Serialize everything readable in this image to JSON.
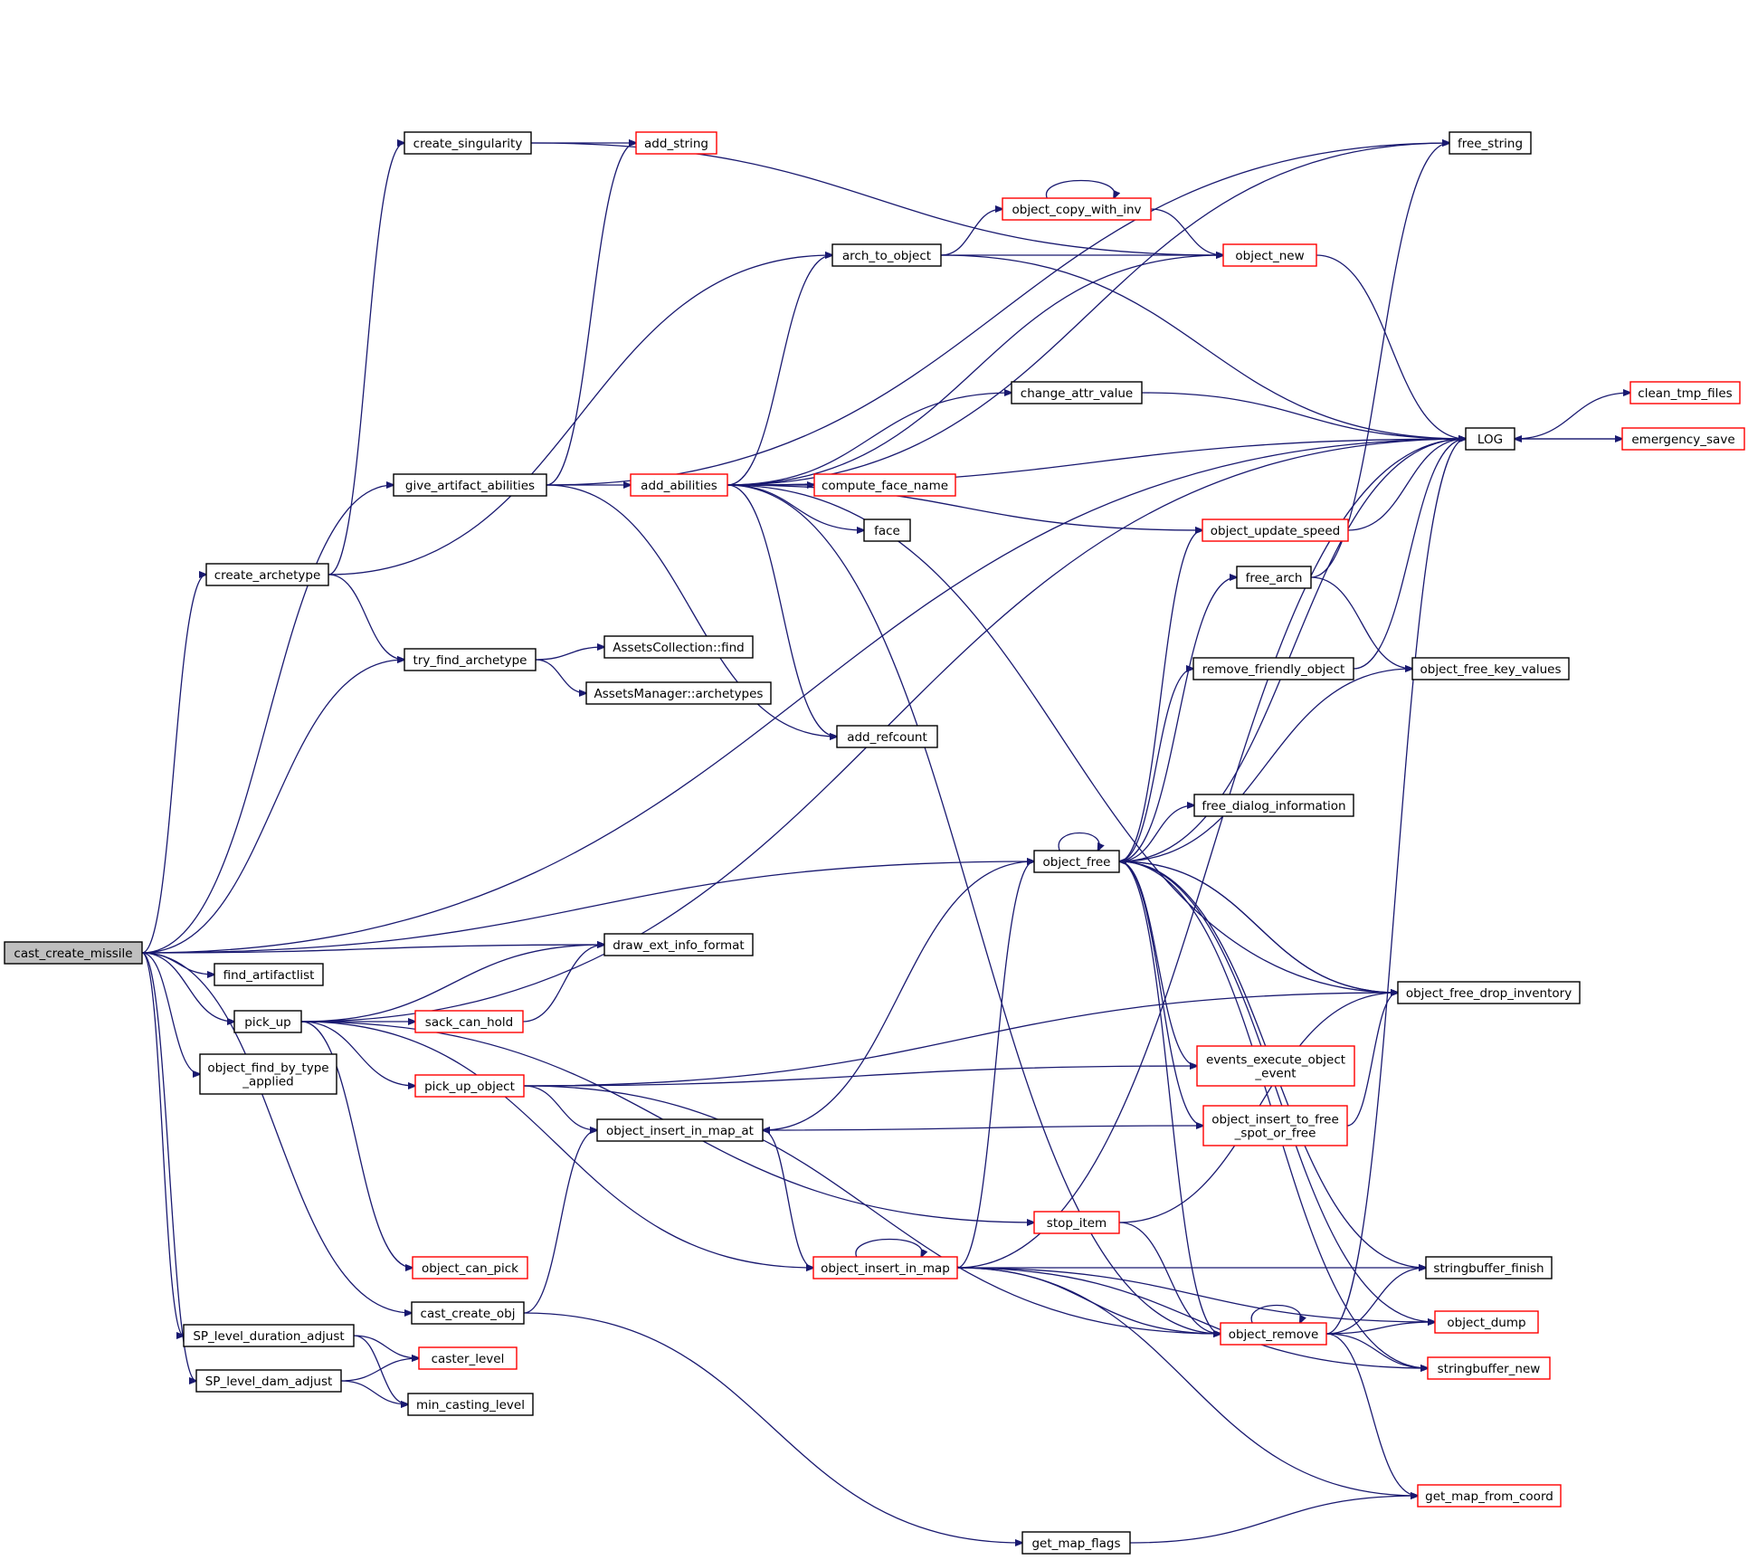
{
  "nodes": [
    {
      "id": "cast_create_missile",
      "lines": [
        "cast_create_missile"
      ],
      "style": "root"
    },
    {
      "id": "create_singularity",
      "lines": [
        "create_singularity"
      ],
      "style": "normal"
    },
    {
      "id": "add_string",
      "lines": [
        "add_string"
      ],
      "style": "red"
    },
    {
      "id": "free_string",
      "lines": [
        "free_string"
      ],
      "style": "normal"
    },
    {
      "id": "object_copy_with_inv",
      "lines": [
        "object_copy_with_inv"
      ],
      "style": "red"
    },
    {
      "id": "arch_to_object",
      "lines": [
        "arch_to_object"
      ],
      "style": "normal"
    },
    {
      "id": "object_new",
      "lines": [
        "object_new"
      ],
      "style": "red"
    },
    {
      "id": "change_attr_value",
      "lines": [
        "change_attr_value"
      ],
      "style": "normal"
    },
    {
      "id": "clean_tmp_files",
      "lines": [
        "clean_tmp_files"
      ],
      "style": "red"
    },
    {
      "id": "LOG",
      "lines": [
        "LOG"
      ],
      "style": "normal"
    },
    {
      "id": "emergency_save",
      "lines": [
        "emergency_save"
      ],
      "style": "red"
    },
    {
      "id": "give_artifact_abilities",
      "lines": [
        "give_artifact_abilities"
      ],
      "style": "normal"
    },
    {
      "id": "add_abilities",
      "lines": [
        "add_abilities"
      ],
      "style": "red"
    },
    {
      "id": "compute_face_name",
      "lines": [
        "compute_face_name"
      ],
      "style": "red"
    },
    {
      "id": "face",
      "lines": [
        "face"
      ],
      "style": "normal"
    },
    {
      "id": "object_update_speed",
      "lines": [
        "object_update_speed"
      ],
      "style": "red"
    },
    {
      "id": "create_archetype",
      "lines": [
        "create_archetype"
      ],
      "style": "normal"
    },
    {
      "id": "free_arch",
      "lines": [
        "free_arch"
      ],
      "style": "normal"
    },
    {
      "id": "try_find_archetype",
      "lines": [
        "try_find_archetype"
      ],
      "style": "normal"
    },
    {
      "id": "AssetsCollection_find",
      "lines": [
        "AssetsCollection::find"
      ],
      "style": "normal"
    },
    {
      "id": "AssetsManager_archetypes",
      "lines": [
        "AssetsManager::archetypes"
      ],
      "style": "normal"
    },
    {
      "id": "remove_friendly_object",
      "lines": [
        "remove_friendly_object"
      ],
      "style": "normal"
    },
    {
      "id": "object_free_key_values",
      "lines": [
        "object_free_key_values"
      ],
      "style": "normal"
    },
    {
      "id": "add_refcount",
      "lines": [
        "add_refcount"
      ],
      "style": "normal"
    },
    {
      "id": "free_dialog_information",
      "lines": [
        "free_dialog_information"
      ],
      "style": "normal"
    },
    {
      "id": "object_free",
      "lines": [
        "object_free"
      ],
      "style": "normal"
    },
    {
      "id": "draw_ext_info_format",
      "lines": [
        "draw_ext_info_format"
      ],
      "style": "normal"
    },
    {
      "id": "find_artifactlist",
      "lines": [
        "find_artifactlist"
      ],
      "style": "normal"
    },
    {
      "id": "object_free_drop_inventory",
      "lines": [
        "object_free_drop_inventory"
      ],
      "style": "normal"
    },
    {
      "id": "pick_up",
      "lines": [
        "pick_up"
      ],
      "style": "normal"
    },
    {
      "id": "sack_can_hold",
      "lines": [
        "sack_can_hold"
      ],
      "style": "red"
    },
    {
      "id": "object_find_by_type_applied",
      "lines": [
        "object_find_by_type",
        "_applied"
      ],
      "style": "normal"
    },
    {
      "id": "events_execute_object_event",
      "lines": [
        "events_execute_object",
        "_event"
      ],
      "style": "red"
    },
    {
      "id": "pick_up_object",
      "lines": [
        "pick_up_object"
      ],
      "style": "red"
    },
    {
      "id": "object_insert_to_free_spot_or_free",
      "lines": [
        "object_insert_to_free",
        "_spot_or_free"
      ],
      "style": "red"
    },
    {
      "id": "object_insert_in_map_at",
      "lines": [
        "object_insert_in_map_at"
      ],
      "style": "normal"
    },
    {
      "id": "stop_item",
      "lines": [
        "stop_item"
      ],
      "style": "red"
    },
    {
      "id": "object_can_pick",
      "lines": [
        "object_can_pick"
      ],
      "style": "red"
    },
    {
      "id": "object_insert_in_map",
      "lines": [
        "object_insert_in_map"
      ],
      "style": "red"
    },
    {
      "id": "stringbuffer_finish",
      "lines": [
        "stringbuffer_finish"
      ],
      "style": "normal"
    },
    {
      "id": "cast_create_obj",
      "lines": [
        "cast_create_obj"
      ],
      "style": "normal"
    },
    {
      "id": "SP_level_duration_adjust",
      "lines": [
        "SP_level_duration_adjust"
      ],
      "style": "normal"
    },
    {
      "id": "object_remove",
      "lines": [
        "object_remove"
      ],
      "style": "red"
    },
    {
      "id": "object_dump",
      "lines": [
        "object_dump"
      ],
      "style": "red"
    },
    {
      "id": "caster_level",
      "lines": [
        "caster_level"
      ],
      "style": "red"
    },
    {
      "id": "stringbuffer_new",
      "lines": [
        "stringbuffer_new"
      ],
      "style": "red"
    },
    {
      "id": "SP_level_dam_adjust",
      "lines": [
        "SP_level_dam_adjust"
      ],
      "style": "normal"
    },
    {
      "id": "min_casting_level",
      "lines": [
        "min_casting_level"
      ],
      "style": "normal"
    },
    {
      "id": "get_map_from_coord",
      "lines": [
        "get_map_from_coord"
      ],
      "style": "red"
    },
    {
      "id": "get_map_flags",
      "lines": [
        "get_map_flags"
      ],
      "style": "normal"
    }
  ],
  "edges": [
    [
      "cast_create_missile",
      "LOG"
    ],
    [
      "cast_create_missile",
      "create_archetype"
    ],
    [
      "cast_create_missile",
      "give_artifact_abilities"
    ],
    [
      "cast_create_missile",
      "try_find_archetype"
    ],
    [
      "cast_create_missile",
      "object_free"
    ],
    [
      "cast_create_missile",
      "draw_ext_info_format"
    ],
    [
      "cast_create_missile",
      "find_artifactlist"
    ],
    [
      "cast_create_missile",
      "pick_up"
    ],
    [
      "cast_create_missile",
      "object_find_by_type_applied"
    ],
    [
      "cast_create_missile",
      "cast_create_obj"
    ],
    [
      "cast_create_missile",
      "SP_level_duration_adjust"
    ],
    [
      "cast_create_missile",
      "SP_level_dam_adjust"
    ],
    [
      "create_archetype",
      "create_singularity"
    ],
    [
      "create_archetype",
      "arch_to_object"
    ],
    [
      "create_archetype",
      "try_find_archetype"
    ],
    [
      "create_singularity",
      "add_string"
    ],
    [
      "create_singularity",
      "object_new"
    ],
    [
      "give_artifact_abilities",
      "add_string"
    ],
    [
      "give_artifact_abilities",
      "free_string"
    ],
    [
      "give_artifact_abilities",
      "add_abilities"
    ],
    [
      "give_artifact_abilities",
      "add_refcount"
    ],
    [
      "add_abilities",
      "free_string"
    ],
    [
      "add_abilities",
      "arch_to_object"
    ],
    [
      "add_abilities",
      "object_new"
    ],
    [
      "add_abilities",
      "change_attr_value"
    ],
    [
      "add_abilities",
      "LOG"
    ],
    [
      "add_abilities",
      "compute_face_name"
    ],
    [
      "add_abilities",
      "face"
    ],
    [
      "add_abilities",
      "object_update_speed"
    ],
    [
      "add_abilities",
      "add_refcount"
    ],
    [
      "add_abilities",
      "object_free_drop_inventory"
    ],
    [
      "add_abilities",
      "object_remove"
    ],
    [
      "arch_to_object",
      "object_copy_with_inv"
    ],
    [
      "arch_to_object",
      "object_new"
    ],
    [
      "arch_to_object",
      "LOG"
    ],
    [
      "object_copy_with_inv",
      "object_copy_with_inv"
    ],
    [
      "object_copy_with_inv",
      "object_new"
    ],
    [
      "object_new",
      "LOG"
    ],
    [
      "change_attr_value",
      "LOG"
    ],
    [
      "LOG",
      "clean_tmp_files"
    ],
    [
      "LOG",
      "emergency_save"
    ],
    [
      "emergency_save",
      "LOG"
    ],
    [
      "object_update_speed",
      "LOG"
    ],
    [
      "free_arch",
      "free_string"
    ],
    [
      "free_arch",
      "object_free_key_values"
    ],
    [
      "remove_friendly_object",
      "LOG"
    ],
    [
      "try_find_archetype",
      "AssetsCollection_find"
    ],
    [
      "try_find_archetype",
      "AssetsManager_archetypes"
    ],
    [
      "object_free",
      "object_free"
    ],
    [
      "object_free",
      "object_update_speed"
    ],
    [
      "object_free",
      "free_arch"
    ],
    [
      "object_free",
      "remove_friendly_object"
    ],
    [
      "object_free",
      "LOG"
    ],
    [
      "object_free",
      "object_free_key_values"
    ],
    [
      "object_free",
      "free_dialog_information"
    ],
    [
      "object_free",
      "object_free_drop_inventory"
    ],
    [
      "object_free",
      "events_execute_object_event"
    ],
    [
      "object_free",
      "object_insert_to_free_spot_or_free"
    ],
    [
      "object_free",
      "object_remove"
    ],
    [
      "object_free",
      "object_dump"
    ],
    [
      "object_free",
      "stringbuffer_new"
    ],
    [
      "object_free",
      "stringbuffer_finish"
    ],
    [
      "object_free",
      "object_insert_in_map_at"
    ],
    [
      "object_free_drop_inventory",
      "object_free"
    ],
    [
      "object_insert_to_free_spot_or_free",
      "object_insert_in_map_at"
    ],
    [
      "object_insert_to_free_spot_or_free",
      "object_free_drop_inventory"
    ],
    [
      "pick_up",
      "LOG"
    ],
    [
      "pick_up",
      "draw_ext_info_format"
    ],
    [
      "pick_up",
      "sack_can_hold"
    ],
    [
      "pick_up",
      "pick_up_object"
    ],
    [
      "pick_up",
      "stop_item"
    ],
    [
      "pick_up",
      "object_can_pick"
    ],
    [
      "pick_up",
      "object_insert_in_map"
    ],
    [
      "sack_can_hold",
      "draw_ext_info_format"
    ],
    [
      "pick_up_object",
      "events_execute_object_event"
    ],
    [
      "pick_up_object",
      "object_insert_in_map_at"
    ],
    [
      "pick_up_object",
      "object_free_drop_inventory"
    ],
    [
      "pick_up_object",
      "object_remove"
    ],
    [
      "stop_item",
      "object_free_drop_inventory"
    ],
    [
      "stop_item",
      "object_remove"
    ],
    [
      "object_insert_in_map_at",
      "object_insert_in_map"
    ],
    [
      "object_insert_in_map",
      "object_insert_in_map"
    ],
    [
      "object_insert_in_map",
      "LOG"
    ],
    [
      "object_insert_in_map",
      "object_free"
    ],
    [
      "object_insert_in_map",
      "stringbuffer_finish"
    ],
    [
      "object_insert_in_map",
      "object_remove"
    ],
    [
      "object_insert_in_map",
      "object_dump"
    ],
    [
      "object_insert_in_map",
      "stringbuffer_new"
    ],
    [
      "object_insert_in_map",
      "get_map_from_coord"
    ],
    [
      "cast_create_obj",
      "object_insert_in_map_at"
    ],
    [
      "cast_create_obj",
      "get_map_flags"
    ],
    [
      "object_remove",
      "object_remove"
    ],
    [
      "object_remove",
      "LOG"
    ],
    [
      "object_remove",
      "stringbuffer_finish"
    ],
    [
      "object_remove",
      "object_dump"
    ],
    [
      "object_remove",
      "stringbuffer_new"
    ],
    [
      "object_remove",
      "get_map_from_coord"
    ],
    [
      "SP_level_duration_adjust",
      "caster_level"
    ],
    [
      "SP_level_duration_adjust",
      "min_casting_level"
    ],
    [
      "SP_level_dam_adjust",
      "caster_level"
    ],
    [
      "SP_level_dam_adjust",
      "min_casting_level"
    ],
    [
      "get_map_flags",
      "get_map_from_coord"
    ]
  ]
}
